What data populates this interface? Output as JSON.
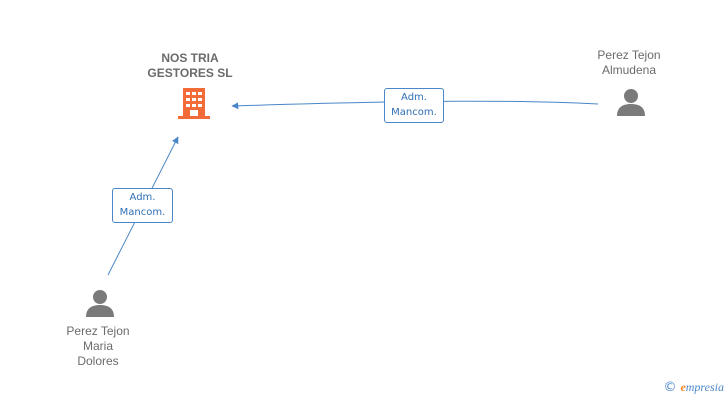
{
  "nodes": {
    "company": {
      "line1": "NOS TRIA",
      "line2": "GESTORES SL",
      "icon": "building-icon",
      "color": "#f26b38"
    },
    "person_almudena": {
      "line1": "Perez Tejon",
      "line2": "Almudena",
      "icon": "person-icon"
    },
    "person_maria": {
      "line1": "Perez Tejon",
      "line2": "Maria",
      "line3": "Dolores",
      "icon": "person-icon"
    }
  },
  "edges": [
    {
      "from": "person_almudena",
      "to": "company",
      "label_line1": "Adm.",
      "label_line2": "Mancom."
    },
    {
      "from": "person_maria",
      "to": "company",
      "label_line1": "Adm.",
      "label_line2": "Mancom."
    }
  ],
  "colors": {
    "edge": "#4a86c8",
    "person": "#7a7a7a"
  },
  "footer": {
    "copyright": "©",
    "brand_initial": "e",
    "brand_rest": "mpresia"
  }
}
